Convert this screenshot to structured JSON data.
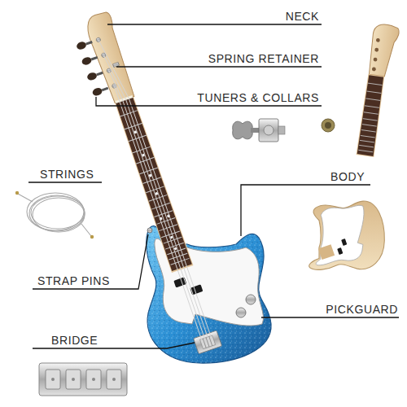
{
  "diagram": {
    "labels": [
      "NECK",
      "SPRING RETAINER",
      "TUNERS & COLLARS",
      "STRINGS",
      "BODY",
      "STRAP PINS",
      "PICKGUARD",
      "BRIDGE"
    ]
  }
}
